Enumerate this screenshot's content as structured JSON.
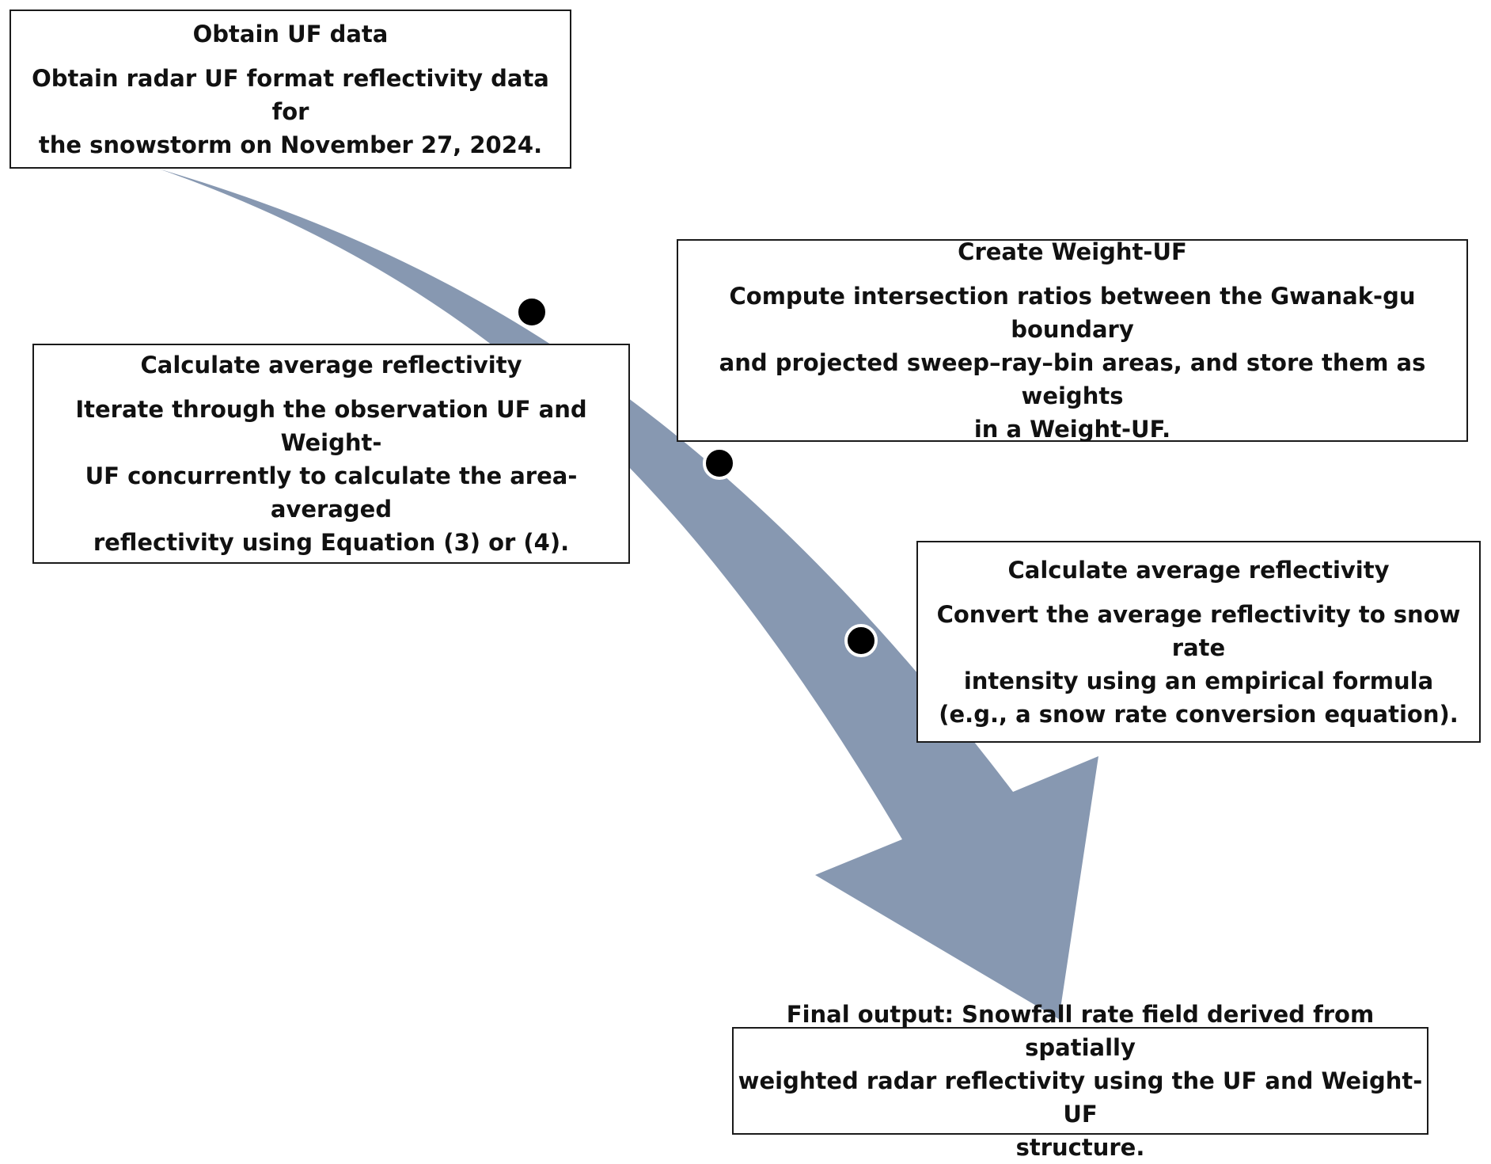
{
  "steps": [
    {
      "title": "Obtain UF data",
      "desc": "Obtain radar UF format reflectivity data for\nthe snowstorm on November 27, 2024."
    },
    {
      "title": "Create Weight-UF",
      "desc": "Compute intersection ratios between the Gwanak-gu boundary\nand projected sweep–ray–bin areas, and store them as weights\nin a Weight-UF."
    },
    {
      "title": "Calculate average reflectivity",
      "desc": "Iterate through the observation UF and Weight-\nUF concurrently to calculate the area-averaged\nreflectivity using Equation   (3) or (4)."
    },
    {
      "title": "Calculate average reflectivity",
      "desc": "Convert the average reflectivity to snow rate\nintensity using an empirical formula\n(e.g., a snow rate conversion equation)."
    }
  ],
  "final_output": "Final output: Snowfall rate field derived from spatially\nweighted radar reflectivity using the UF and Weight-UF\nstructure.",
  "colors": {
    "arrow": "#8798b1",
    "border": "#1a1a1a",
    "dot": "#000000"
  }
}
